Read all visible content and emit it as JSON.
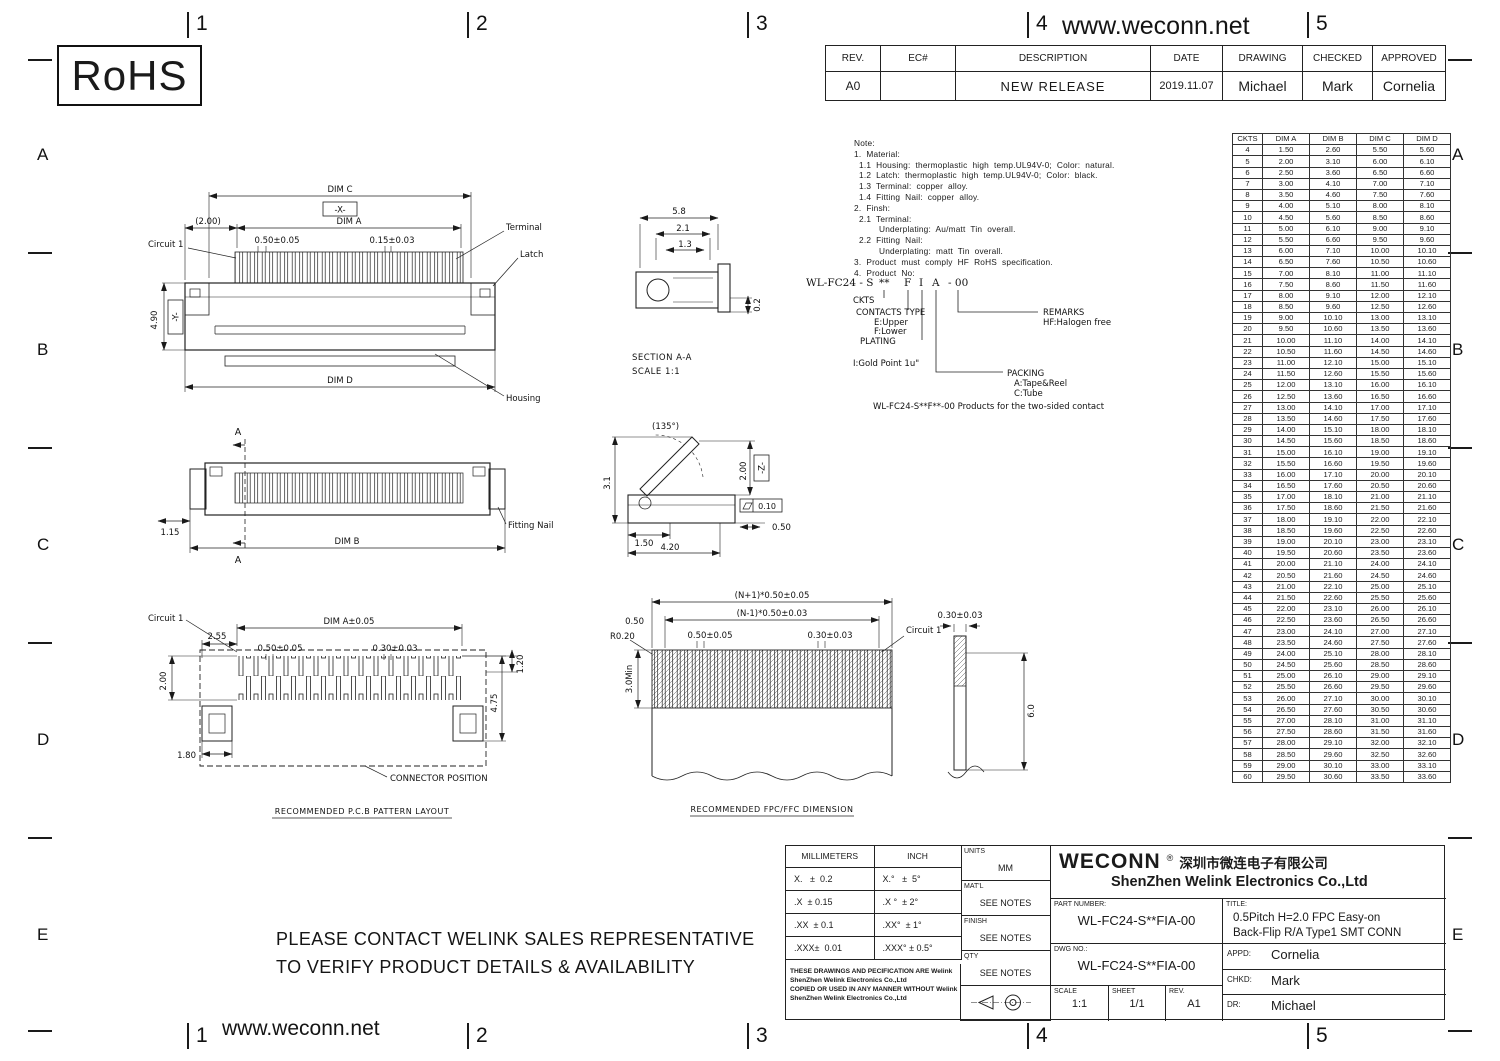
{
  "sheet": {
    "rohs": "RoHS",
    "website_top": "www.weconn.net",
    "website_bottom": "www.weconn.net",
    "zone_cols": [
      "1",
      "2",
      "3",
      "4",
      "5"
    ],
    "zone_rows": [
      "A",
      "B",
      "C",
      "D",
      "E"
    ]
  },
  "revision_table": {
    "headers": [
      "REV.",
      "EC#",
      "DESCRIPTION",
      "DATE",
      "DRAWING",
      "CHECKED",
      "APPROVED"
    ],
    "row": {
      "rev": "A0",
      "ec": "",
      "description": "NEW RELEASE",
      "date": "2019.11.07",
      "drawing": "Michael",
      "checked": "Mark",
      "approved": "Cornelia"
    }
  },
  "notes": {
    "lines": [
      "Note:",
      "1.  Material:",
      "  1.1  Housing:  thermoplastic  high  temp.UL94V-0;  Color:  natural.",
      "  1.2  Latch:  thermoplastic  high  temp.UL94V-0;  Color:  black.",
      "  1.3  Terminal:  copper  alloy.",
      "  1.4  Fitting  Nail:  copper  alloy.",
      "2.  Finsh:",
      "  2.1  Terminal:",
      "          Underplating:  Au/matt  Tin  overall.",
      "  2.2  Fitting  Nail:",
      "          Underplating:  matt  Tin  overall.",
      "3.  Product  must  comply  HF  RoHS  specification.",
      "4.  Product  No:"
    ]
  },
  "product_code": {
    "prefix": "WL-FC24 - S",
    "stars": "**",
    "f": "F",
    "i": "I",
    "a": "A",
    "suffix": "- 00",
    "ckts": "CKTS",
    "contacts_type": "CONTACTS  TYPE",
    "e_upper": "E:Upper",
    "f_lower": "F:Lower",
    "plating": "PLATING",
    "gold": "I:Gold  Point  1u\"",
    "remarks": "REMARKS",
    "halogen": "HF:Halogen  free",
    "packing": "PACKING",
    "tape": "A:Tape&Reel",
    "tube": "C:Tube",
    "footer": "WL-FC24-S**F**-00   Products for the two-sided contact"
  },
  "dim_table": {
    "headers": [
      "CKTS",
      "DIM A",
      "DIM B",
      "DIM C",
      "DIM D"
    ],
    "rows": [
      [
        "4",
        "1.50",
        "2.60",
        "5.50",
        "5.60"
      ],
      [
        "5",
        "2.00",
        "3.10",
        "6.00",
        "6.10"
      ],
      [
        "6",
        "2.50",
        "3.60",
        "6.50",
        "6.60"
      ],
      [
        "7",
        "3.00",
        "4.10",
        "7.00",
        "7.10"
      ],
      [
        "8",
        "3.50",
        "4.60",
        "7.50",
        "7.60"
      ],
      [
        "9",
        "4.00",
        "5.10",
        "8.00",
        "8.10"
      ],
      [
        "10",
        "4.50",
        "5.60",
        "8.50",
        "8.60"
      ],
      [
        "11",
        "5.00",
        "6.10",
        "9.00",
        "9.10"
      ],
      [
        "12",
        "5.50",
        "6.60",
        "9.50",
        "9.60"
      ],
      [
        "13",
        "6.00",
        "7.10",
        "10.00",
        "10.10"
      ],
      [
        "14",
        "6.50",
        "7.60",
        "10.50",
        "10.60"
      ],
      [
        "15",
        "7.00",
        "8.10",
        "11.00",
        "11.10"
      ],
      [
        "16",
        "7.50",
        "8.60",
        "11.50",
        "11.60"
      ],
      [
        "17",
        "8.00",
        "9.10",
        "12.00",
        "12.10"
      ],
      [
        "18",
        "8.50",
        "9.60",
        "12.50",
        "12.60"
      ],
      [
        "19",
        "9.00",
        "10.10",
        "13.00",
        "13.10"
      ],
      [
        "20",
        "9.50",
        "10.60",
        "13.50",
        "13.60"
      ],
      [
        "21",
        "10.00",
        "11.10",
        "14.00",
        "14.10"
      ],
      [
        "22",
        "10.50",
        "11.60",
        "14.50",
        "14.60"
      ],
      [
        "23",
        "11.00",
        "12.10",
        "15.00",
        "15.10"
      ],
      [
        "24",
        "11.50",
        "12.60",
        "15.50",
        "15.60"
      ],
      [
        "25",
        "12.00",
        "13.10",
        "16.00",
        "16.10"
      ],
      [
        "26",
        "12.50",
        "13.60",
        "16.50",
        "16.60"
      ],
      [
        "27",
        "13.00",
        "14.10",
        "17.00",
        "17.10"
      ],
      [
        "28",
        "13.50",
        "14.60",
        "17.50",
        "17.60"
      ],
      [
        "29",
        "14.00",
        "15.10",
        "18.00",
        "18.10"
      ],
      [
        "30",
        "14.50",
        "15.60",
        "18.50",
        "18.60"
      ],
      [
        "31",
        "15.00",
        "16.10",
        "19.00",
        "19.10"
      ],
      [
        "32",
        "15.50",
        "16.60",
        "19.50",
        "19.60"
      ],
      [
        "33",
        "16.00",
        "17.10",
        "20.00",
        "20.10"
      ],
      [
        "34",
        "16.50",
        "17.60",
        "20.50",
        "20.60"
      ],
      [
        "35",
        "17.00",
        "18.10",
        "21.00",
        "21.10"
      ],
      [
        "36",
        "17.50",
        "18.60",
        "21.50",
        "21.60"
      ],
      [
        "37",
        "18.00",
        "19.10",
        "22.00",
        "22.10"
      ],
      [
        "38",
        "18.50",
        "19.60",
        "22.50",
        "22.60"
      ],
      [
        "39",
        "19.00",
        "20.10",
        "23.00",
        "23.10"
      ],
      [
        "40",
        "19.50",
        "20.60",
        "23.50",
        "23.60"
      ],
      [
        "41",
        "20.00",
        "21.10",
        "24.00",
        "24.10"
      ],
      [
        "42",
        "20.50",
        "21.60",
        "24.50",
        "24.60"
      ],
      [
        "43",
        "21.00",
        "22.10",
        "25.00",
        "25.10"
      ],
      [
        "44",
        "21.50",
        "22.60",
        "25.50",
        "25.60"
      ],
      [
        "45",
        "22.00",
        "23.10",
        "26.00",
        "26.10"
      ],
      [
        "46",
        "22.50",
        "23.60",
        "26.50",
        "26.60"
      ],
      [
        "47",
        "23.00",
        "24.10",
        "27.00",
        "27.10"
      ],
      [
        "48",
        "23.50",
        "24.60",
        "27.50",
        "27.60"
      ],
      [
        "49",
        "24.00",
        "25.10",
        "28.00",
        "28.10"
      ],
      [
        "50",
        "24.50",
        "25.60",
        "28.50",
        "28.60"
      ],
      [
        "51",
        "25.00",
        "26.10",
        "29.00",
        "29.10"
      ],
      [
        "52",
        "25.50",
        "26.60",
        "29.50",
        "29.60"
      ],
      [
        "53",
        "26.00",
        "27.10",
        "30.00",
        "30.10"
      ],
      [
        "54",
        "26.50",
        "27.60",
        "30.50",
        "30.60"
      ],
      [
        "55",
        "27.00",
        "28.10",
        "31.00",
        "31.10"
      ],
      [
        "56",
        "27.50",
        "28.60",
        "31.50",
        "31.60"
      ],
      [
        "57",
        "28.00",
        "29.10",
        "32.00",
        "32.10"
      ],
      [
        "58",
        "28.50",
        "29.60",
        "32.50",
        "32.60"
      ],
      [
        "59",
        "29.00",
        "30.10",
        "33.00",
        "33.10"
      ],
      [
        "60",
        "29.50",
        "30.60",
        "33.50",
        "33.60"
      ]
    ]
  },
  "views": {
    "front": {
      "dim_c": "DIM C",
      "x_ref": "-X-",
      "dim_a": "DIM A",
      "offset": "(2.00)",
      "pitch": "0.50±0.05",
      "terminal_w": "0.15±0.03",
      "terminal": "Terminal",
      "latch": "Latch",
      "circuit1": "Circuit 1",
      "height": "4.90",
      "y_ref": "-Y-",
      "dim_d": "DIM D",
      "housing": "Housing"
    },
    "section": {
      "w": "5.8",
      "d1": "2.1",
      "d2": "1.3",
      "t": "0.2",
      "caption1": "SECTION  A-A",
      "caption2": "SCALE      1:1"
    },
    "top": {
      "a": "A",
      "nail": "1.15",
      "dim_b": "DIM B",
      "fitting_nail": "Fitting  Nail"
    },
    "lever": {
      "angle": "(135°)",
      "h": "3.1",
      "h2": "2.00",
      "z_ref": "-Z-",
      "d1": "1.50",
      "d2": "4.20",
      "d3": "0.50",
      "flat": "0.10"
    },
    "pcb": {
      "circuit1": "Circuit 1",
      "dim_a": "DIM A±0.05",
      "edge": "2.55",
      "pitch": "0.50±0.05",
      "pad": "0.30±0.03",
      "h1": "1.20",
      "h2": "2.00",
      "h3": "4.75",
      "nail_w": "1.80",
      "conn_pos": "CONNECTOR  POSITION",
      "caption": "RECOMMENDED  P.C.B  PATTERN  LAYOUT"
    },
    "fpc": {
      "total": "(N+1)*0.50±0.05",
      "inner": "(N-1)*0.50±0.03",
      "edge": "0.50",
      "radius": "R0.20",
      "pitch": "0.50±0.05",
      "pad": "0.30±0.03",
      "circuit1": "Circuit 1",
      "thickness": "0.30±0.03",
      "min": "3.0Min",
      "height": "6.0",
      "caption": "RECOMMENDED  FPC/FFC  DIMENSION"
    }
  },
  "disclaimer": {
    "line1": "PLEASE CONTACT WELINK SALES REPRESENTATIVE",
    "line2": "TO VERIFY PRODUCT DETAILS & AVAILABILITY"
  },
  "title_block": {
    "tolerance": {
      "col1_header": "MILLIMETERS",
      "col2_header": "INCH",
      "rows": [
        [
          "X.   ±  0.2",
          "X.°   ±  5°"
        ],
        [
          ".X  ± 0.15",
          ".X °  ± 2°"
        ],
        [
          ".XX  ± 0.1",
          ".XX°  ± 1°"
        ],
        [
          ".XXX±  0.01",
          ".XXX° ± 0.5°"
        ]
      ]
    },
    "units_label": "UNITS",
    "units_value": "MM",
    "matl_label": "MAT'L",
    "matl_value": "SEE NOTES",
    "finish_label": "FINISH",
    "finish_value": "SEE NOTES",
    "qty_label": "QTY",
    "qty_value": "SEE NOTES",
    "copyright_lines": [
      "THESE DRAWINGS AND PECIFICATION  ARE Welink",
      "ShenZhen Welink Electronics Co.,Ltd",
      "COPIED OR USED IN ANY MANNER WITHOUT Welink",
      "ShenZhen Welink Electronics Co.,Ltd"
    ],
    "brand": "WECONN",
    "registered": "®",
    "company_cn": "深圳市微连电子有限公司",
    "company_en": "ShenZhen Welink Electronics Co.,Ltd",
    "part_number_label": "PART NUMBER:",
    "part_number": "WL-FC24-S**FIA-00",
    "title_label": "TITLE:",
    "title_line1": "0.5Pitch H=2.0 FPC Easy-on",
    "title_line2": "Back-Flip R/A Type1 SMT CONN",
    "dwg_no_label": "DWG NO.:",
    "dwg_no": "WL-FC24-S**FIA-00",
    "scale_label": "SCALE",
    "scale_value": "1:1",
    "sheet_label": "SHEET",
    "sheet_value": "1/1",
    "rev_label": "REV.",
    "rev_value": "A1",
    "appd_label": "APPD:",
    "appd_value": "Cornelia",
    "chkd_label": "CHKD:",
    "chkd_value": "Mark",
    "dr_label": "DR:",
    "dr_value": "Michael"
  }
}
